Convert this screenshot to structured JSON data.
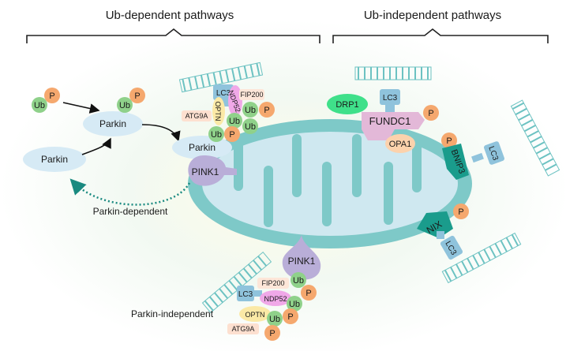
{
  "headers": {
    "left": "Ub-dependent pathways",
    "right": "Ub-independent pathways"
  },
  "labels": {
    "ub": "Ub",
    "p": "P",
    "parkin": "Parkin",
    "pink1": "PINK1",
    "lc3": "LC3",
    "atg9a": "ATG9A",
    "optn": "OPTN",
    "ndp52": "NDP52",
    "fip200": "FIP200",
    "drp1": "DRP1",
    "fundc1": "FUNDC1",
    "opa1": "OPA1",
    "bnip3": "BNIP3",
    "nix": "NIX",
    "parkin_dependent": "Parkin-dependent",
    "parkin_independent": "Parkin-independent"
  },
  "colors": {
    "ub": "#8fd18a",
    "p": "#f5a86e",
    "parkin": "#d6eaf5",
    "pink1": "#b9aed8",
    "lc3": "#8fc3dc",
    "membrane": "#6cc2c2",
    "mito_outer": "#7ec9c8",
    "mito_inner": "#cfe8f0",
    "optn": "#fbe9a6",
    "ndp52": "#f0a8e8",
    "fip200": "#fde6d8",
    "atg9a": "#fde0d0",
    "drp1": "#3fe08a",
    "fundc1": "#e3b8d8",
    "opa1": "#fcd2ac",
    "bnip3": "#1a9c8c",
    "nix": "#1a9c8c",
    "arrow_dotted": "#1a8a80"
  }
}
